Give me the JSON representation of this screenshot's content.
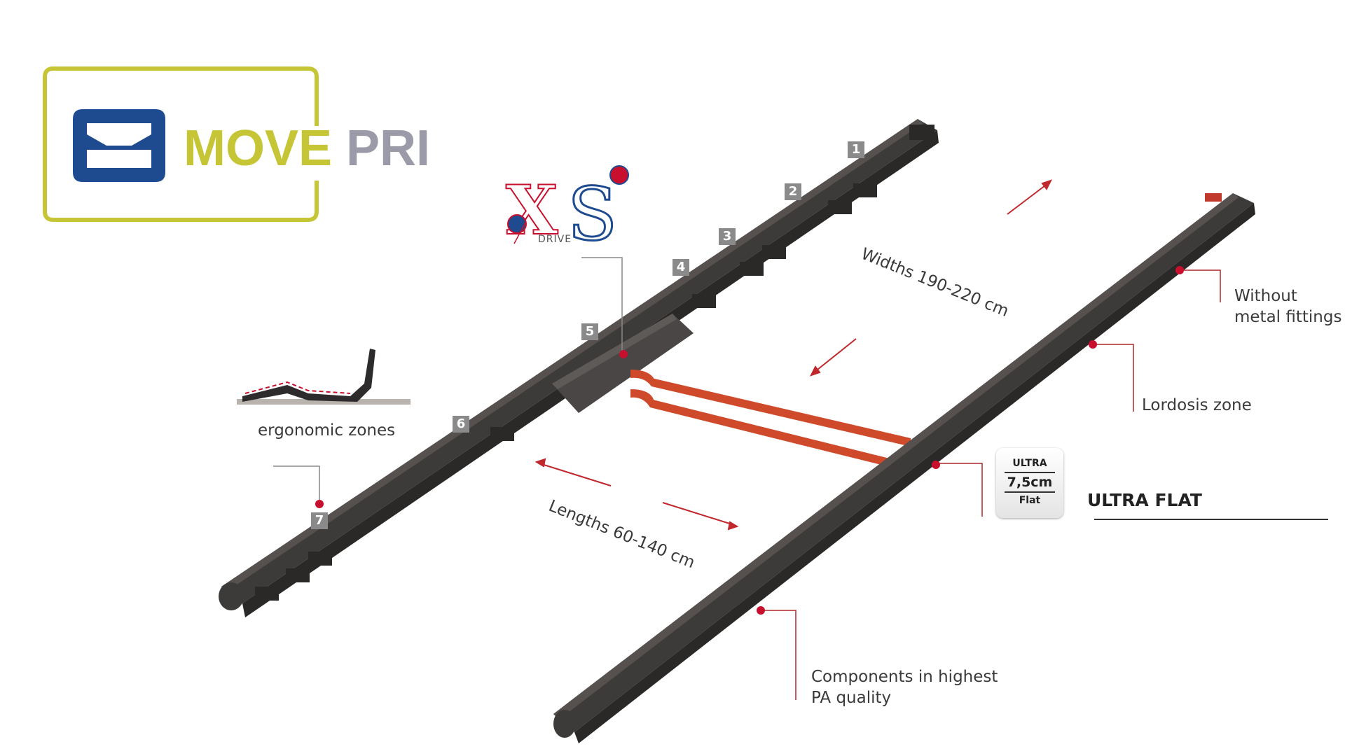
{
  "logo": {
    "word1": "MOVE",
    "word2": "PRI",
    "frame_color": "#c5c536",
    "word1_color": "#c5c536",
    "word2_color": "#9a9aa8",
    "mark_color": "#1e4b8f",
    "icon": "bed-frame-icon"
  },
  "xs_logo": {
    "x_text": "X",
    "s_text": "S",
    "drive_text": "DRIVE",
    "x_color": "#c8102e",
    "s_color": "#1e4b8f"
  },
  "zone_numbers": [
    "1",
    "2",
    "3",
    "4",
    "5",
    "6",
    "7"
  ],
  "labels": {
    "widths": "Widths 190-220 cm",
    "lengths": "Lengths 60-140 cm",
    "ergonomic": "ergonomic zones",
    "without_metal_line1": "Without",
    "without_metal_line2": "metal fittings",
    "lordosis": "Lordosis zone",
    "components_line1": "Components in highest",
    "components_line2": "PA quality"
  },
  "ultra_badge": {
    "line1": "ULTRA",
    "line2": "7,5cm",
    "line3": "Flat"
  },
  "ultra_flat": "ULTRA FLAT",
  "colors": {
    "rail": "#3d3a3a",
    "rail_top": "#56514f",
    "connector": "#cf4a2a",
    "arrow": "#c0282d",
    "leader": "#b0262a",
    "dot": "#c8102e"
  }
}
